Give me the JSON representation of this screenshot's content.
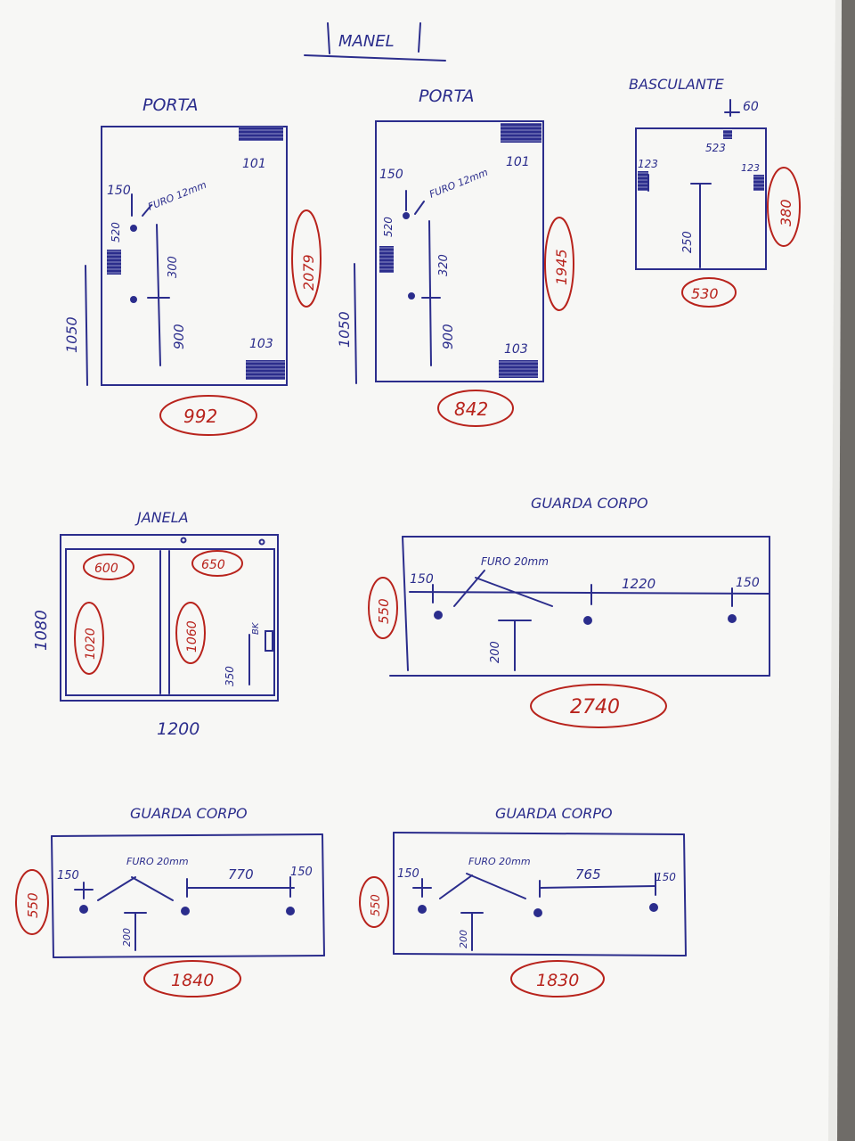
{
  "title": "MANEL",
  "colors": {
    "ink_blue": "#2b2d8c",
    "ink_red": "#b8231c",
    "paper": "#f7f7f5",
    "background": "#6f6c68"
  },
  "porta1": {
    "title": "PORTA",
    "hole_note": "FURO 12mm",
    "top_offset": "150",
    "hinge_gap": "520",
    "handle_h": "300",
    "handle_low": "900",
    "hinge_top": "101",
    "hinge_bottom": "103",
    "left_height": "1050",
    "height": "2079",
    "width": "992"
  },
  "porta2": {
    "title": "PORTA",
    "hole_note": "FURO 12mm",
    "top_offset": "150",
    "hinge_gap": "520",
    "handle_h": "320",
    "handle_low": "900",
    "hinge_top": "101",
    "hinge_bottom": "103",
    "left_height": "1050",
    "height": "1945",
    "width": "842"
  },
  "basculante": {
    "title": "BASCULANTE",
    "top_right": "60",
    "top_mid": "523",
    "left_top": "123",
    "right_top": "123",
    "stem": "250",
    "height": "380",
    "width": "530"
  },
  "janela": {
    "title": "JANELA",
    "left_width": "600",
    "right_width": "650",
    "left_height": "1020",
    "right_height": "1060",
    "outer_height": "1080",
    "bottom_offset": "350",
    "lock_label": "BK",
    "width": "1200"
  },
  "guarda1": {
    "title": "GUARDA CORPO",
    "hole_note": "FURO 20mm",
    "left_offset": "150",
    "span": "1220",
    "right_offset": "150",
    "stem": "200",
    "height": "550",
    "width": "2740"
  },
  "guarda2": {
    "title": "GUARDA CORPO",
    "hole_note": "FURO 20mm",
    "left_offset": "150",
    "span": "770",
    "right_offset": "150",
    "stem": "200",
    "height": "550",
    "width": "1840"
  },
  "guarda3": {
    "title": "GUARDA CORPO",
    "hole_note": "FURO 20mm",
    "left_offset": "150",
    "span": "765",
    "right_offset": "150",
    "stem": "200",
    "height": "550",
    "width": "1830"
  }
}
